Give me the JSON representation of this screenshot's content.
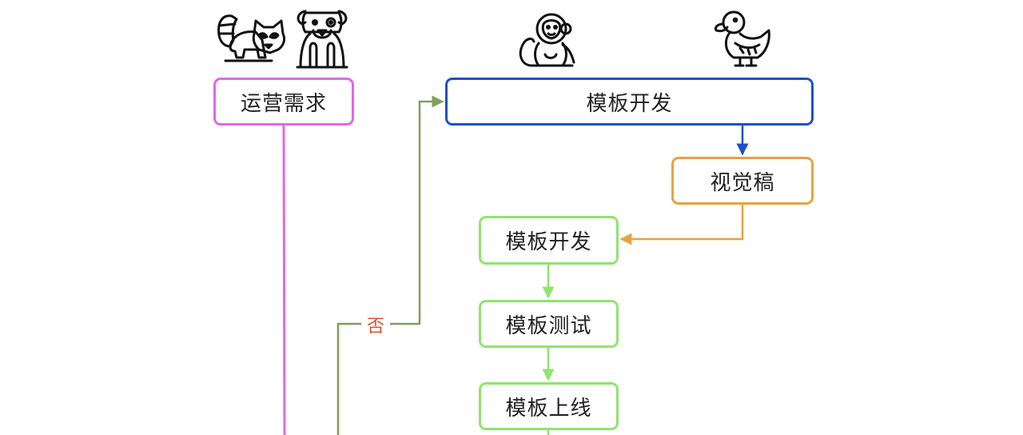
{
  "nodes": {
    "ops_request": "运营需求",
    "template_dev_top": "模板开发",
    "visual_draft": "视觉稿",
    "template_dev": "模板开发",
    "template_test": "模板测试",
    "template_online": "模板上线"
  },
  "edges": {
    "no_label": "否"
  },
  "icons": {
    "raccoon": "raccoon-icon",
    "dog": "dog-icon",
    "monkey": "monkey-icon",
    "duck": "duck-icon"
  },
  "colors": {
    "ops": "#e366e8",
    "dev_top": "#1f4fc9",
    "visual": "#e8a23e",
    "dev": "#8fe46f",
    "feedback": "#7fa05a",
    "no_label": "#d9542f"
  }
}
